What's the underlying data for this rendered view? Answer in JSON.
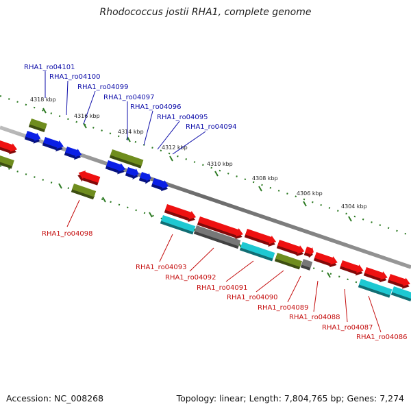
{
  "title": "Rhodococcus jostii RHA1, complete genome",
  "accession_text": "Accession: NC_008268",
  "topology_text": "Topology: linear; Length: 7,804,765 bp; Genes: 7,274",
  "ticks": [
    "4318 kbp",
    "4316 kbp",
    "4314 kbp",
    "4312 kbp",
    "4310 kbp",
    "4308 kbp",
    "4306 kbp",
    "4304 kbp"
  ],
  "colors": {
    "blue": "#0a1fe6",
    "olive": "#6f8d1e",
    "red": "#ee1111",
    "cyan": "#1ec8d2",
    "gray": "#777777",
    "label_blue": "#0b0ba8",
    "label_red": "#c40d0d",
    "tick_green": "#2c7a22"
  },
  "labels_top": [
    "RHA1_ro04101",
    "RHA1_ro04100",
    "RHA1_ro04099",
    "RHA1_ro04097",
    "RHA1_ro04096",
    "RHA1_ro04095",
    "RHA1_ro04094"
  ],
  "labels_bottom": [
    "RHA1_ro04098",
    "RHA1_ro04093",
    "RHA1_ro04092",
    "RHA1_ro04091",
    "RHA1_ro04090",
    "RHA1_ro04089",
    "RHA1_ro04088",
    "RHA1_ro04087",
    "RHA1_ro04086"
  ]
}
